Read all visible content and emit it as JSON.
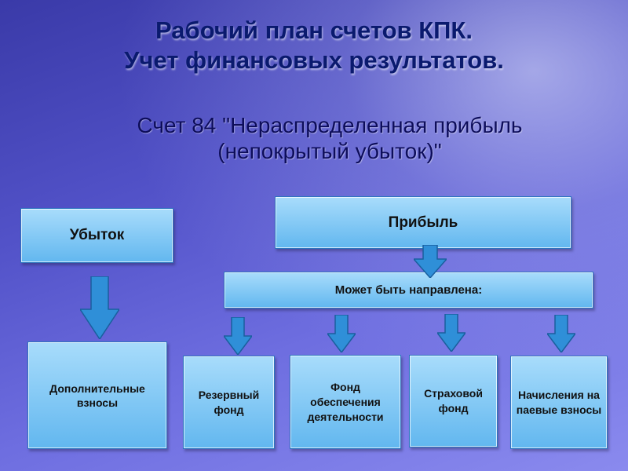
{
  "title": {
    "line1": "Рабочий план счетов КПК.",
    "line2": "Учет финансовых результатов."
  },
  "subtitle": {
    "line1": "Счет 84 \"Нераспределенная прибыль",
    "line2": "(непокрытый убыток)\""
  },
  "diagram": {
    "loss": "Убыток",
    "profit": "Прибыль",
    "directed": "Может быть направлена:",
    "extra_contributions": "Дополнительные взносы",
    "reserve_fund": "Резервный фонд",
    "operations_fund": "Фонд обеспечения деятельности",
    "insurance_fund": "Страховой фонд",
    "share_accruals": "Начисления на паевые взносы"
  },
  "colors": {
    "box_top": "#a8dcfb",
    "box_bottom": "#62b7ef",
    "arrow": "#2f8fd8",
    "title": "#0a1a6e"
  },
  "icons": {
    "arrow": "down-arrow-icon"
  }
}
